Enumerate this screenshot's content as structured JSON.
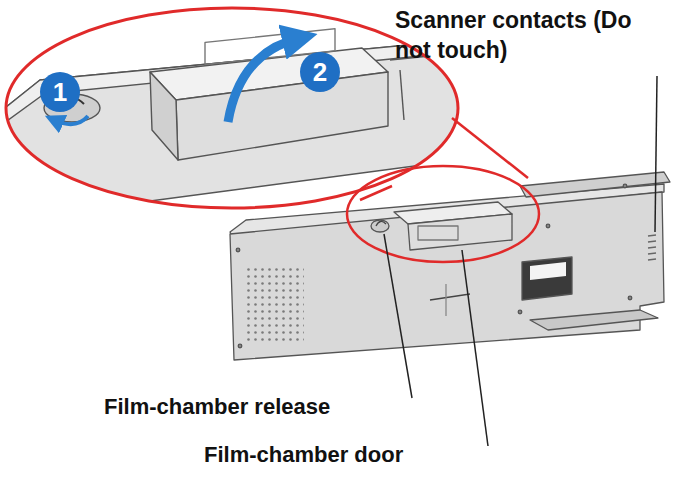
{
  "diagram": {
    "nodes": [
      {
        "text": [
          "1"
        ]
      },
      {
        "text": [
          "2"
        ]
      }
    ],
    "labels": [
      "Scanner contacts (Do not touch)",
      "Film-chamber release",
      "Film-chamber door"
    ]
  }
}
